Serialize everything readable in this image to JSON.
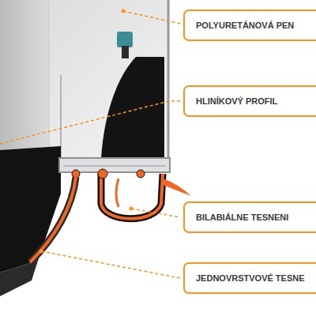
{
  "diagram": {
    "nodes": [
      {
        "text": [
          "POLYURETÁNOVÁ PEN"
        ]
      },
      {
        "text": [
          "HLINÍKOVÝ PROFIL"
        ]
      },
      {
        "text": [
          "BILABIÁLNE TESNENI"
        ]
      },
      {
        "text": [
          "JEDNOVRSTVOVÉ TESNE"
        ]
      }
    ]
  }
}
